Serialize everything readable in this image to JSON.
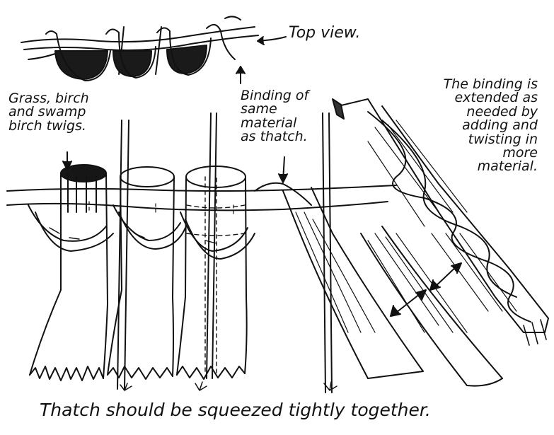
{
  "labels": {
    "top_view": "Top view.",
    "materials": "Grass, birch\nand swamp\nbirch twigs.",
    "binding_same": "Binding of\nsame\nmaterial\nas thatch.",
    "binding_extended": "The binding is\nextended as\nneeded by\nadding and\ntwisting in\nmore\nmaterial.",
    "caption": "Thatch should be squeezed tightly together."
  },
  "colors": {
    "ink": "#111111",
    "paper": "#ffffff"
  }
}
